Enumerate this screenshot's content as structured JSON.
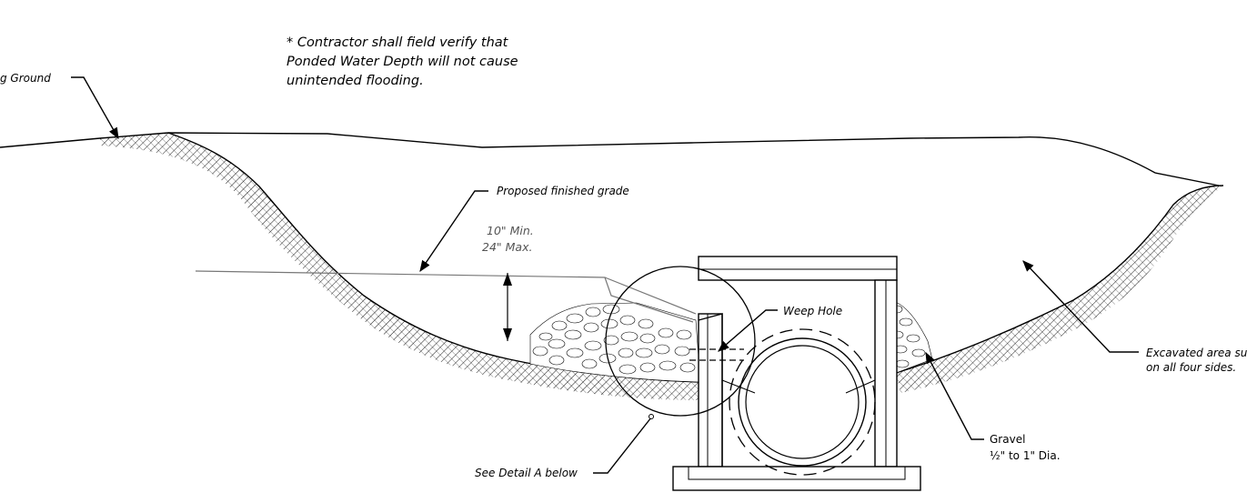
{
  "note": {
    "line1": "* Contractor shall field verify that",
    "line2": "Ponded Water Depth will not cause",
    "line3": "unintended flooding."
  },
  "labels": {
    "existing_ground": "g Ground",
    "proposed_grade": "Proposed finished grade",
    "depth_min": "10\" Min.",
    "depth_max": "24\" Max.",
    "weep_hole": "Weep Hole",
    "excavated_line1": "Excavated area su",
    "excavated_line2": "on all four sides.",
    "gravel_title": "Gravel",
    "gravel_size": "½\" to 1\" Dia.",
    "detail_ref": "See Detail A below"
  }
}
